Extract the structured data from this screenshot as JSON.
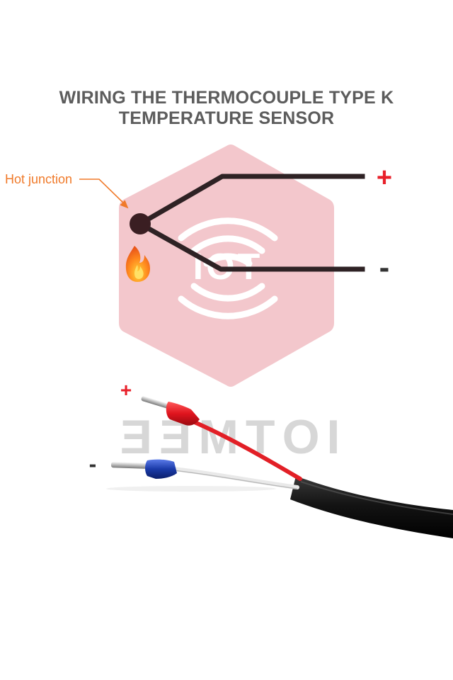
{
  "title": {
    "line1": "WIRING THE THERMOCOUPLE TYPE K",
    "line2": "TEMPERATURE SENSOR"
  },
  "diagram": {
    "hot_junction_label": "Hot junction",
    "positive_symbol": "+",
    "negative_symbol": "-",
    "watermark_logo_text": "IOT"
  },
  "photo": {
    "positive_symbol": "+",
    "negative_symbol": "-",
    "watermark_text": "IOTMEE"
  },
  "icons": {
    "flame": "flame-icon",
    "wifi": "wifi-waves-icon"
  },
  "colors": {
    "title": "#5c5c5c",
    "hot_label": "#f07a2a",
    "wire": "#2e2224",
    "junction": "#3a1e22",
    "plus": "#e8202a",
    "minus": "#333333",
    "hexagon": "#f3c7cc",
    "red_ferrule": "#e0141e",
    "blue_ferrule": "#1a3aa8",
    "cable": "#141414"
  }
}
